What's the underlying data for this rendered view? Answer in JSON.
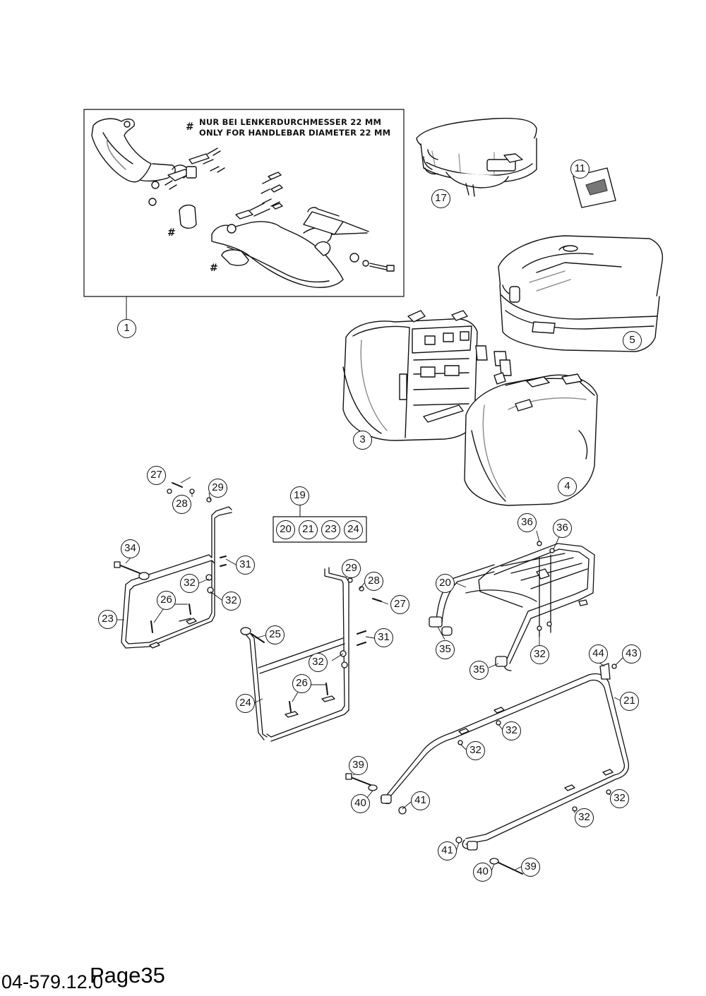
{
  "note": {
    "line_de": "NUR BEI LENKERDURCHMESSER 22 MM",
    "line_en": "ONLY FOR HANDLEBAR DIAMETER 22 MM",
    "marker": "#"
  },
  "callouts": {
    "c1": "1",
    "c3": "3",
    "c4": "4",
    "c5": "5",
    "c11": "11",
    "c17": "17",
    "c19": "19",
    "kit": [
      "20",
      "21",
      "23",
      "24"
    ],
    "left_frame": {
      "c27": "27",
      "c28": "28",
      "c29": "29",
      "c34": "34",
      "c31": "31",
      "c32a": "32",
      "c32b": "32",
      "c26": "26",
      "c23": "23"
    },
    "mid_frame": {
      "c29": "29",
      "c28": "28",
      "c27": "27",
      "c25": "25",
      "c31": "31",
      "c32": "32",
      "c26": "26",
      "c24": "24"
    },
    "rack": {
      "c36a": "36",
      "c36b": "36",
      "c20": "20",
      "c35a": "35",
      "c35b": "35",
      "c32": "32"
    },
    "rear_frame": {
      "c44": "44",
      "c43": "43",
      "c21": "21",
      "c32a": "32",
      "c32b": "32",
      "c32c": "32",
      "c32d": "32",
      "c39a": "39",
      "c40a": "40",
      "c41a": "41",
      "c41b": "41",
      "c40b": "40",
      "c39b": "39"
    }
  },
  "footer": {
    "code": "04-579.12.0",
    "page": "Page35"
  }
}
